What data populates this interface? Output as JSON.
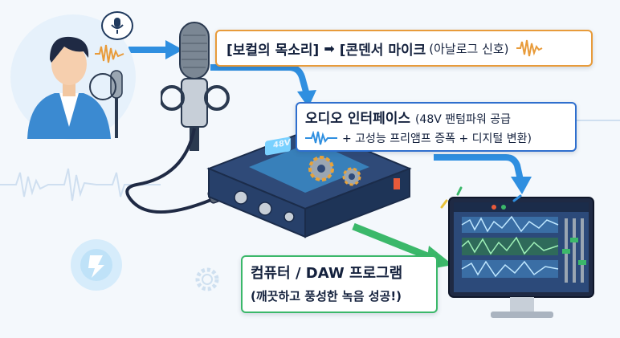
{
  "step1": {
    "voice": "[보컬의 목소리]",
    "mic": "[콘덴서 마이크",
    "note": "(아날로그 신호)"
  },
  "step2": {
    "title": "오디오 인터페이스",
    "title_note": "(48V 팬텀파워 공급",
    "detail": "+ 고성능 프리앰프 증폭 + 디지털 변환)"
  },
  "step3": {
    "title": "컴퓨터 / DAW 프로그램",
    "result": "(깨끗하고 풍성한 녹음 성공!)"
  },
  "device": {
    "phantom_label": "48V"
  },
  "colors": {
    "orange": "#e89b3a",
    "blue": "#2f6fce",
    "green": "#3bb86a",
    "navy": "#203a5e"
  },
  "icons": [
    "microphone-icon",
    "speech-bubble-icon",
    "arrow-icon",
    "waveform-icon",
    "gear-icon",
    "monitor-icon"
  ]
}
